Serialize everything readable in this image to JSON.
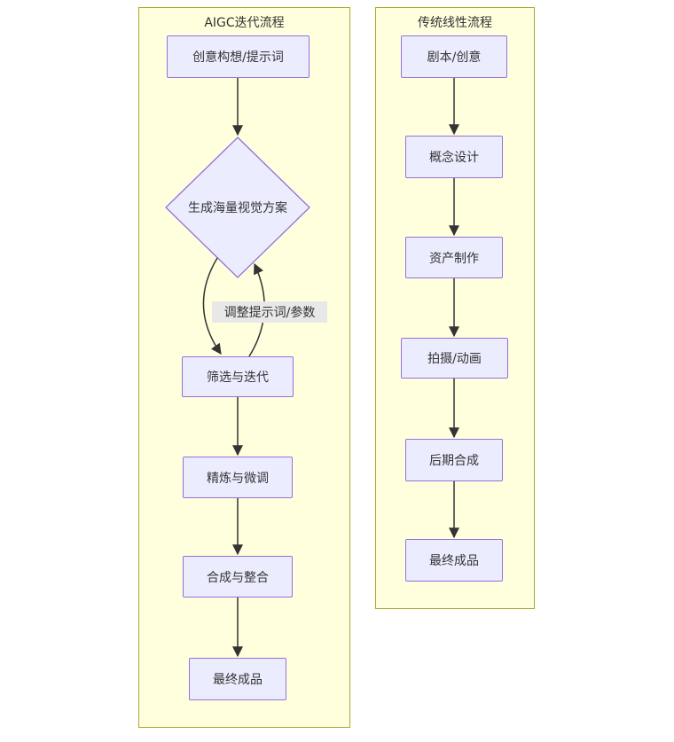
{
  "diagram": {
    "type": "flowchart",
    "clusters": [
      {
        "id": "aigc",
        "title": "AIGC迭代流程",
        "nodes": [
          {
            "id": "A",
            "label": "创意构想/提示词",
            "shape": "rect"
          },
          {
            "id": "B",
            "label": "生成海量视觉方案",
            "shape": "diamond"
          },
          {
            "id": "C",
            "label": "筛选与迭代",
            "shape": "rect"
          },
          {
            "id": "D",
            "label": "精炼与微调",
            "shape": "rect"
          },
          {
            "id": "E",
            "label": "合成与整合",
            "shape": "rect"
          },
          {
            "id": "F",
            "label": "最终成品",
            "shape": "rect"
          }
        ],
        "edges": [
          {
            "from": "A",
            "to": "B"
          },
          {
            "from": "B",
            "to": "C"
          },
          {
            "from": "C",
            "to": "B",
            "label": "调整提示词/参数"
          },
          {
            "from": "C",
            "to": "D"
          },
          {
            "from": "D",
            "to": "E"
          },
          {
            "from": "E",
            "to": "F"
          }
        ],
        "loop_edge_label": "调整提示词/参数"
      },
      {
        "id": "traditional",
        "title": "传统线性流程",
        "nodes": [
          {
            "id": "G",
            "label": "剧本/创意",
            "shape": "rect"
          },
          {
            "id": "H",
            "label": "概念设计",
            "shape": "rect"
          },
          {
            "id": "I",
            "label": "资产制作",
            "shape": "rect"
          },
          {
            "id": "J",
            "label": "拍摄/动画",
            "shape": "rect"
          },
          {
            "id": "K",
            "label": "后期合成",
            "shape": "rect"
          },
          {
            "id": "L",
            "label": "最终成品",
            "shape": "rect"
          }
        ],
        "edges": [
          {
            "from": "G",
            "to": "H"
          },
          {
            "from": "H",
            "to": "I"
          },
          {
            "from": "I",
            "to": "J"
          },
          {
            "from": "J",
            "to": "K"
          },
          {
            "from": "K",
            "to": "L"
          }
        ]
      }
    ],
    "colors": {
      "cluster_fill": "#ffffde",
      "cluster_border": "#aaaa33",
      "node_fill": "#ececff",
      "node_border": "#9370db",
      "edge": "#333333",
      "label_bg": "#e8e8e8",
      "text": "#333333",
      "page_bg": "#ffffff"
    }
  }
}
